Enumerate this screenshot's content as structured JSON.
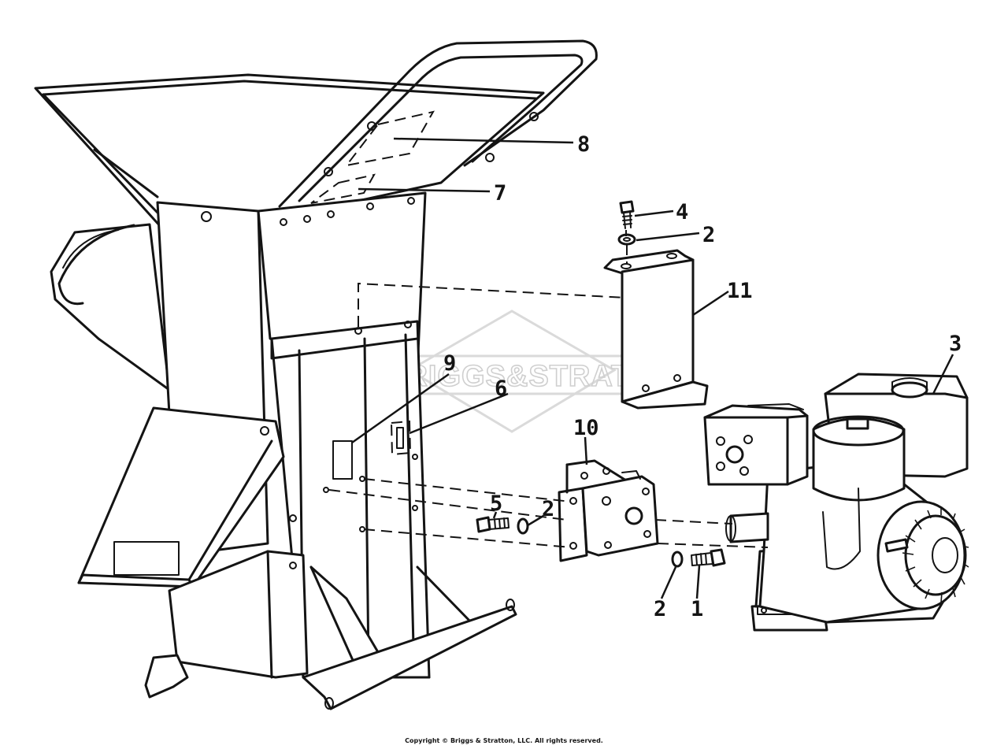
{
  "watermark": {
    "text": "BRIGGS&STRATTON"
  },
  "callouts": [
    {
      "id": "8",
      "label": "8"
    },
    {
      "id": "7",
      "label": "7"
    },
    {
      "id": "4",
      "label": "4"
    },
    {
      "id": "2a",
      "label": "2"
    },
    {
      "id": "11",
      "label": "11"
    },
    {
      "id": "3",
      "label": "3"
    },
    {
      "id": "9",
      "label": "9"
    },
    {
      "id": "6",
      "label": "6"
    },
    {
      "id": "10",
      "label": "10"
    },
    {
      "id": "5",
      "label": "5"
    },
    {
      "id": "2b",
      "label": "2"
    },
    {
      "id": "2c",
      "label": "2"
    },
    {
      "id": "1",
      "label": "1"
    }
  ],
  "copyright": "Copyright © Briggs & Stratton, LLC. All rights reserved."
}
